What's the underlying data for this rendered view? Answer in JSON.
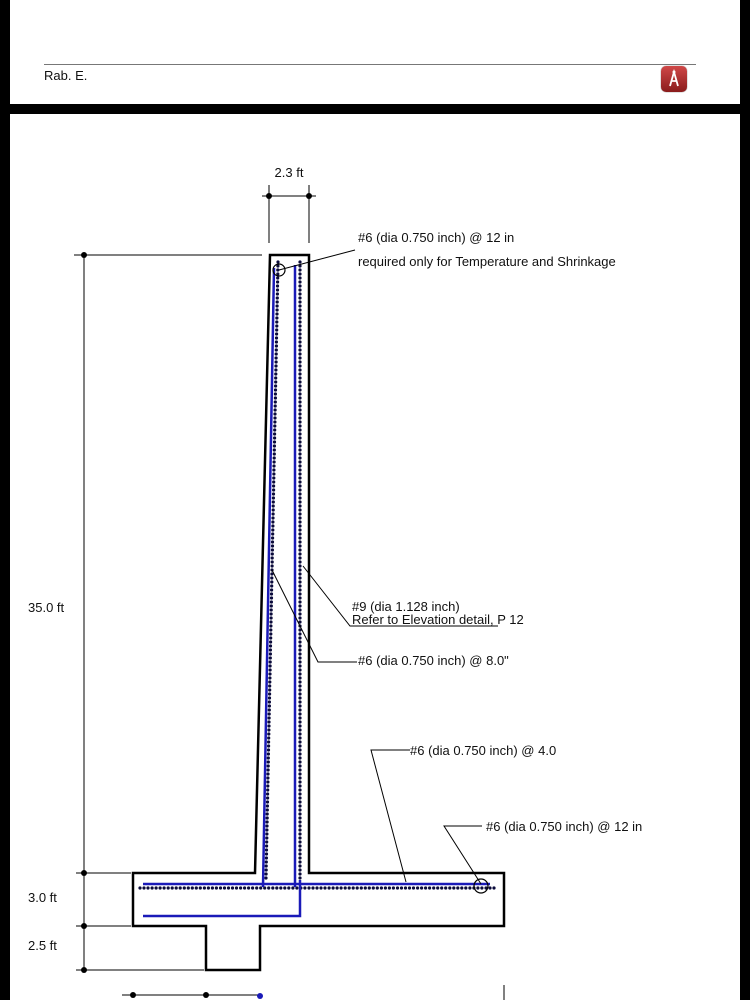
{
  "header": {
    "author": "Rab. E.",
    "app_icon": "pdf-annotator-icon"
  },
  "dimensions": {
    "stem_width": "2.3 ft",
    "stem_height": "35.0 ft",
    "footing_thickness": "3.0 ft",
    "key_depth": "2.5 ft"
  },
  "callouts": {
    "temp_shrinkage_bar": "#6 (dia 0.750 inch) @ 12 in",
    "temp_shrinkage_note": "required only for Temperature and Shrinkage",
    "main_bar": "#9 (dia 1.128 inch)",
    "main_bar_ref": "Refer to Elevation detail, P 12",
    "stem_front_bar": "#6 (dia 0.750 inch) @ 8.0\"",
    "footing_top_bar": "#6 (dia 0.750 inch) @ 4.0",
    "footing_long_bar": "#6 (dia 0.750 inch) @ 12 in"
  },
  "colors": {
    "concrete_outline": "#000000",
    "rebar_main": "#1a1ab8",
    "rebar_dots": "#0a0a3a"
  }
}
